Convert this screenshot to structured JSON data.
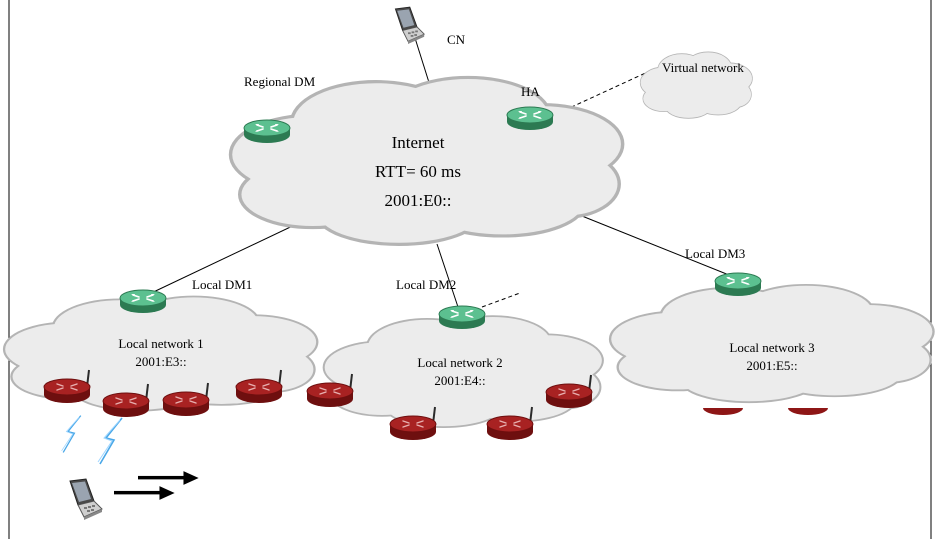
{
  "labels": {
    "cn": "CN",
    "regional_dm": "Regional DM",
    "ha": "HA",
    "virtual_network": "Virtual network",
    "internet_name": "Internet",
    "internet_rtt": "RTT= 60 ms",
    "internet_prefix": "2001:E0::",
    "local_dm1": "Local DM1",
    "local_dm2": "Local DM2",
    "local_dm3": "Local DM3",
    "local_network_1": "Local network 1",
    "local_network_1_prefix": "2001:E3::",
    "local_network_2": "Local network 2",
    "local_network_2_prefix": "2001:E4::",
    "local_network_3": "Local network 3",
    "local_network_3_prefix": "2001:E5::"
  },
  "colors": {
    "cloud_fill": "#ececec",
    "cloud_stroke": "#b4b4b4",
    "dm_router": "#3aa06c",
    "access_router": "#8e1616",
    "wireless_link": "#4aa8e8"
  },
  "icons": {
    "dm_router": "router-icon",
    "access_router": "wireless-router-icon",
    "cn_node": "laptop-icon",
    "mobile_node": "laptop-icon",
    "wireless": "lightning-icon",
    "movement": "arrow-right-icon"
  }
}
